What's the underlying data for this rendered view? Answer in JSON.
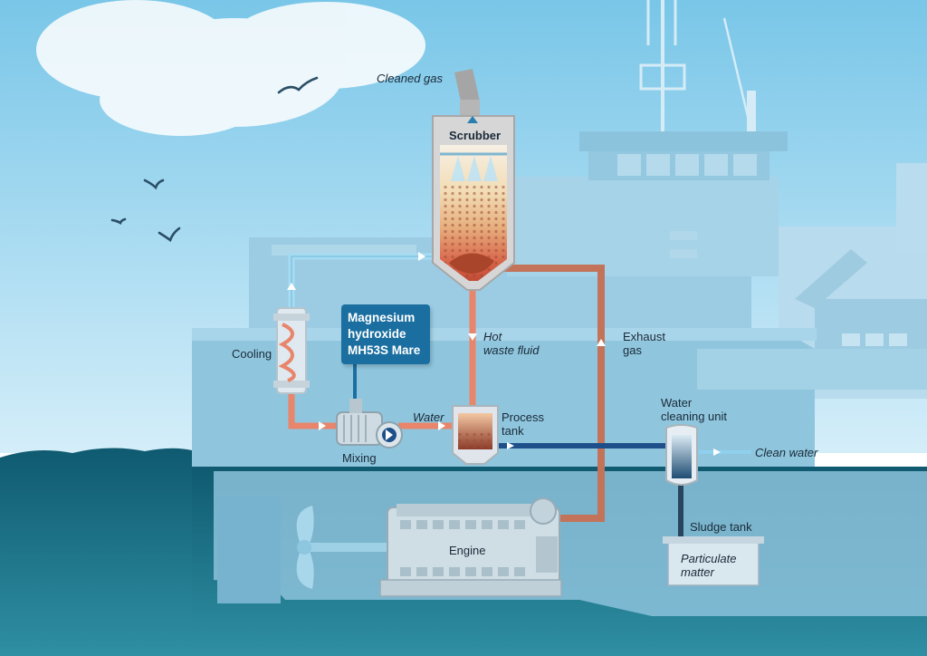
{
  "colors": {
    "sky_top": "#79c6e8",
    "sky_bottom": "#d4eef9",
    "sea_dark": "#0f5a70",
    "sea_light": "#2f8fa3",
    "ship_light": "#a9d6ea",
    "ship_mid": "#8bc5de",
    "ship_dark": "#5aa0c2",
    "exhaust_pipe": "#c2735a",
    "hot_fluid": "#e8856b",
    "cooled_pipe": "#a6dbf2",
    "clean_water_pipe": "#1e4f8a",
    "label_box": "#1b6fa0"
  },
  "labels": {
    "cleaned_gas": "Cleaned gas",
    "scrubber": "Scrubber",
    "cooling": "Cooling",
    "magnesium": "Magnesium\nhydroxide\nMH53S Mare",
    "hot_waste_fluid": "Hot\nwaste fluid",
    "exhaust_gas": "Exhaust\ngas",
    "water": "Water",
    "process_tank": "Process\ntank",
    "mixing": "Mixing",
    "water_cleaning_unit": "Water\ncleaning unit",
    "clean_water": "Clean water",
    "sludge_tank": "Sludge tank",
    "particulate_matter": "Particulate\nmatter",
    "engine": "Engine"
  }
}
